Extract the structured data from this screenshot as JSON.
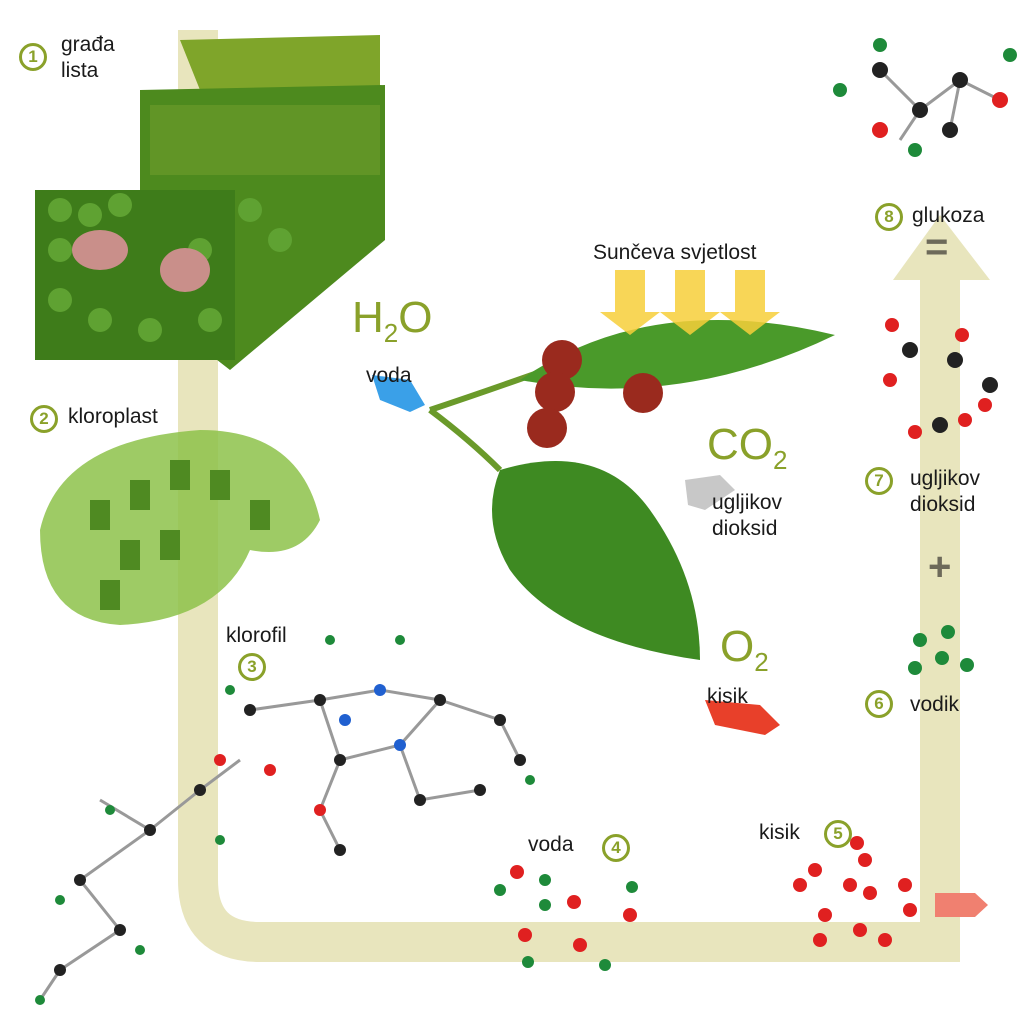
{
  "title": "Fotosinteza",
  "steps": [
    {
      "number": "1",
      "label_line1": "građa",
      "label_line2": "lista"
    },
    {
      "number": "2",
      "label": "kloroplast"
    },
    {
      "number": "3",
      "label": "klorofil"
    },
    {
      "number": "4",
      "label": "voda"
    },
    {
      "number": "5",
      "label": "kisik"
    },
    {
      "number": "6",
      "label": "vodik"
    },
    {
      "number": "7",
      "label_line1": "ugljikov",
      "label_line2": "dioksid"
    },
    {
      "number": "8",
      "label": "glukoza"
    }
  ],
  "inputs": {
    "sunlight": "Sunčeva svjetlost",
    "water": {
      "formula": "H",
      "sub": "2",
      "formula_end": "O",
      "label": "voda"
    },
    "co2": {
      "formula": "CO",
      "sub": "2",
      "label_line1": "ugljikov",
      "label_line2": "dioksid"
    },
    "o2": {
      "formula": "O",
      "sub": "2",
      "label": "kisik"
    }
  },
  "operators": {
    "equals": "=",
    "plus": "+"
  },
  "colors": {
    "track": "#e8e5bd",
    "accent": "#8aa12a",
    "water": "#3aa0e8",
    "oxygen": "#e8402a",
    "carbon": "#222222",
    "hydrogen": "#1e8a3a"
  }
}
